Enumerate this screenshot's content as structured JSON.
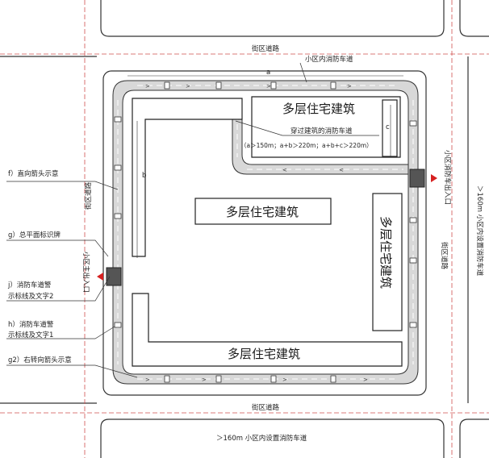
{
  "streets": {
    "top": "街区道路",
    "bottom": "街区道路",
    "left": "街区道路",
    "right": "街区道路"
  },
  "fire_lane": {
    "label": "小区内消防车道",
    "through_label": "穿过建筑的消防车道",
    "through_condition": "（a＞150m；a+b＞220m；a+b+c＞220m）",
    "dim_a": "a",
    "dim_b": "b",
    "dim_c": "c"
  },
  "buildings": {
    "top_right": "多层住宅建筑",
    "center": "多层住宅建筑",
    "right_vertical": "多层住宅建筑",
    "bottom": "多层住宅建筑"
  },
  "entrances": {
    "main": "小区主出入口",
    "secondary": "小区消防车出入口"
  },
  "right_note": "＞160m 小区内设置消防车道",
  "bottom_note": "＞160m 小区内设置消防车道",
  "legend": {
    "f": "f）直向箭头示意",
    "g": "g）总平面标识牌",
    "j_line1": "j）消防车道警",
    "j_line2": "示标线及文字2",
    "h_line1": "h）消防车道警",
    "h_line2": "示标线及文字1",
    "g2": "g2）右转向箭头示意"
  },
  "colors": {
    "lane_fill": "#d8d8d8",
    "line": "#333333",
    "dash_red": "#d0504f",
    "entrance_mark": "#d62020"
  }
}
